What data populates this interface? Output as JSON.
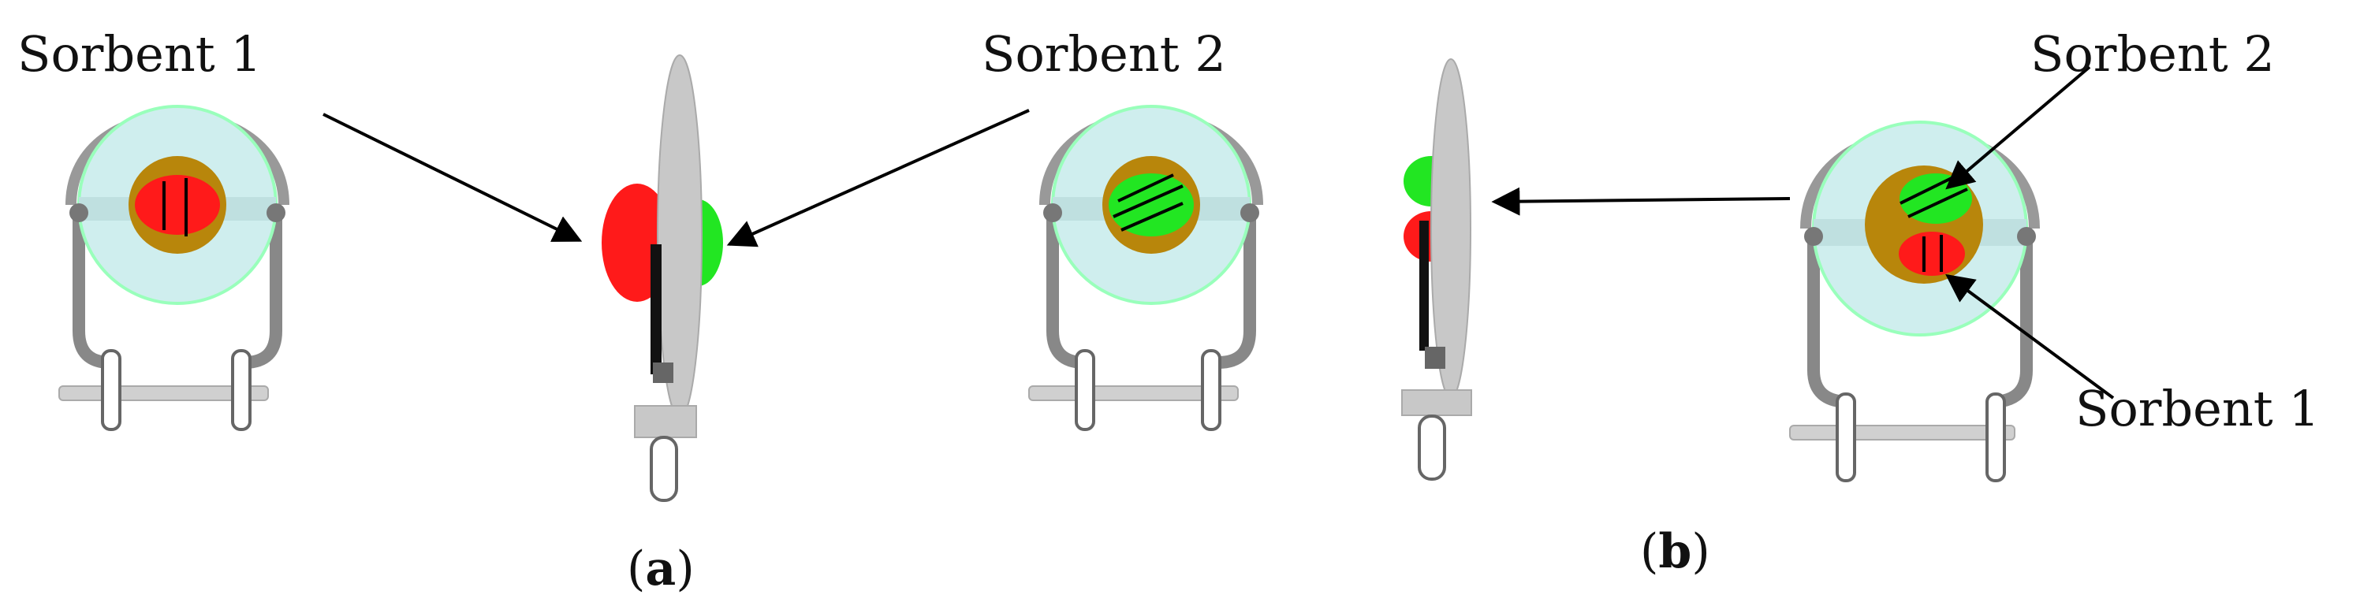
{
  "labels": {
    "a_sorbent1": "Sorbent 1",
    "a_sorbent2": "Sorbent 2",
    "b_sorbent2": "Sorbent 2",
    "b_sorbent1": "Sorbent 1"
  },
  "captions": {
    "a": {
      "open": "(",
      "letter": "a",
      "close": ")"
    },
    "b": {
      "open": "(",
      "letter": "b",
      "close": ")"
    }
  },
  "colors": {
    "sorbent1": "#ff1a1a",
    "sorbent2": "#22e622",
    "ring": "#cfeeee",
    "holder": "#b8860b",
    "blade": "#c8c8c8",
    "frame": "#888888"
  }
}
